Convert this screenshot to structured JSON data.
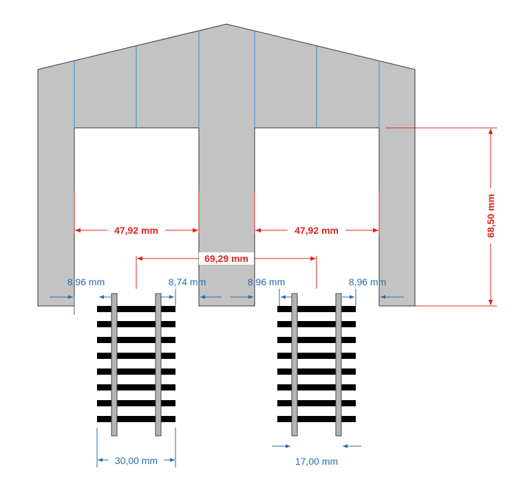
{
  "dimensions": {
    "left_opening_width": "47,92 mm",
    "right_opening_width": "47,92 mm",
    "track_centers": "69,29 mm",
    "opening_height": "68,50 mm",
    "clear_left_outer": "8,96 mm",
    "clear_left_inner": "8,74 mm",
    "clear_right_inner": "8,96 mm",
    "clear_right_outer": "8,96 mm",
    "left_track_gauge": "30,00 mm",
    "right_track_gauge": "17,00 mm"
  },
  "colors": {
    "wall": "#c3c3c3",
    "red_dimension": "#e0211d",
    "blue_dimension": "#2a6aa8",
    "rail": "#b4b4b4",
    "sleeper": "#000000"
  }
}
